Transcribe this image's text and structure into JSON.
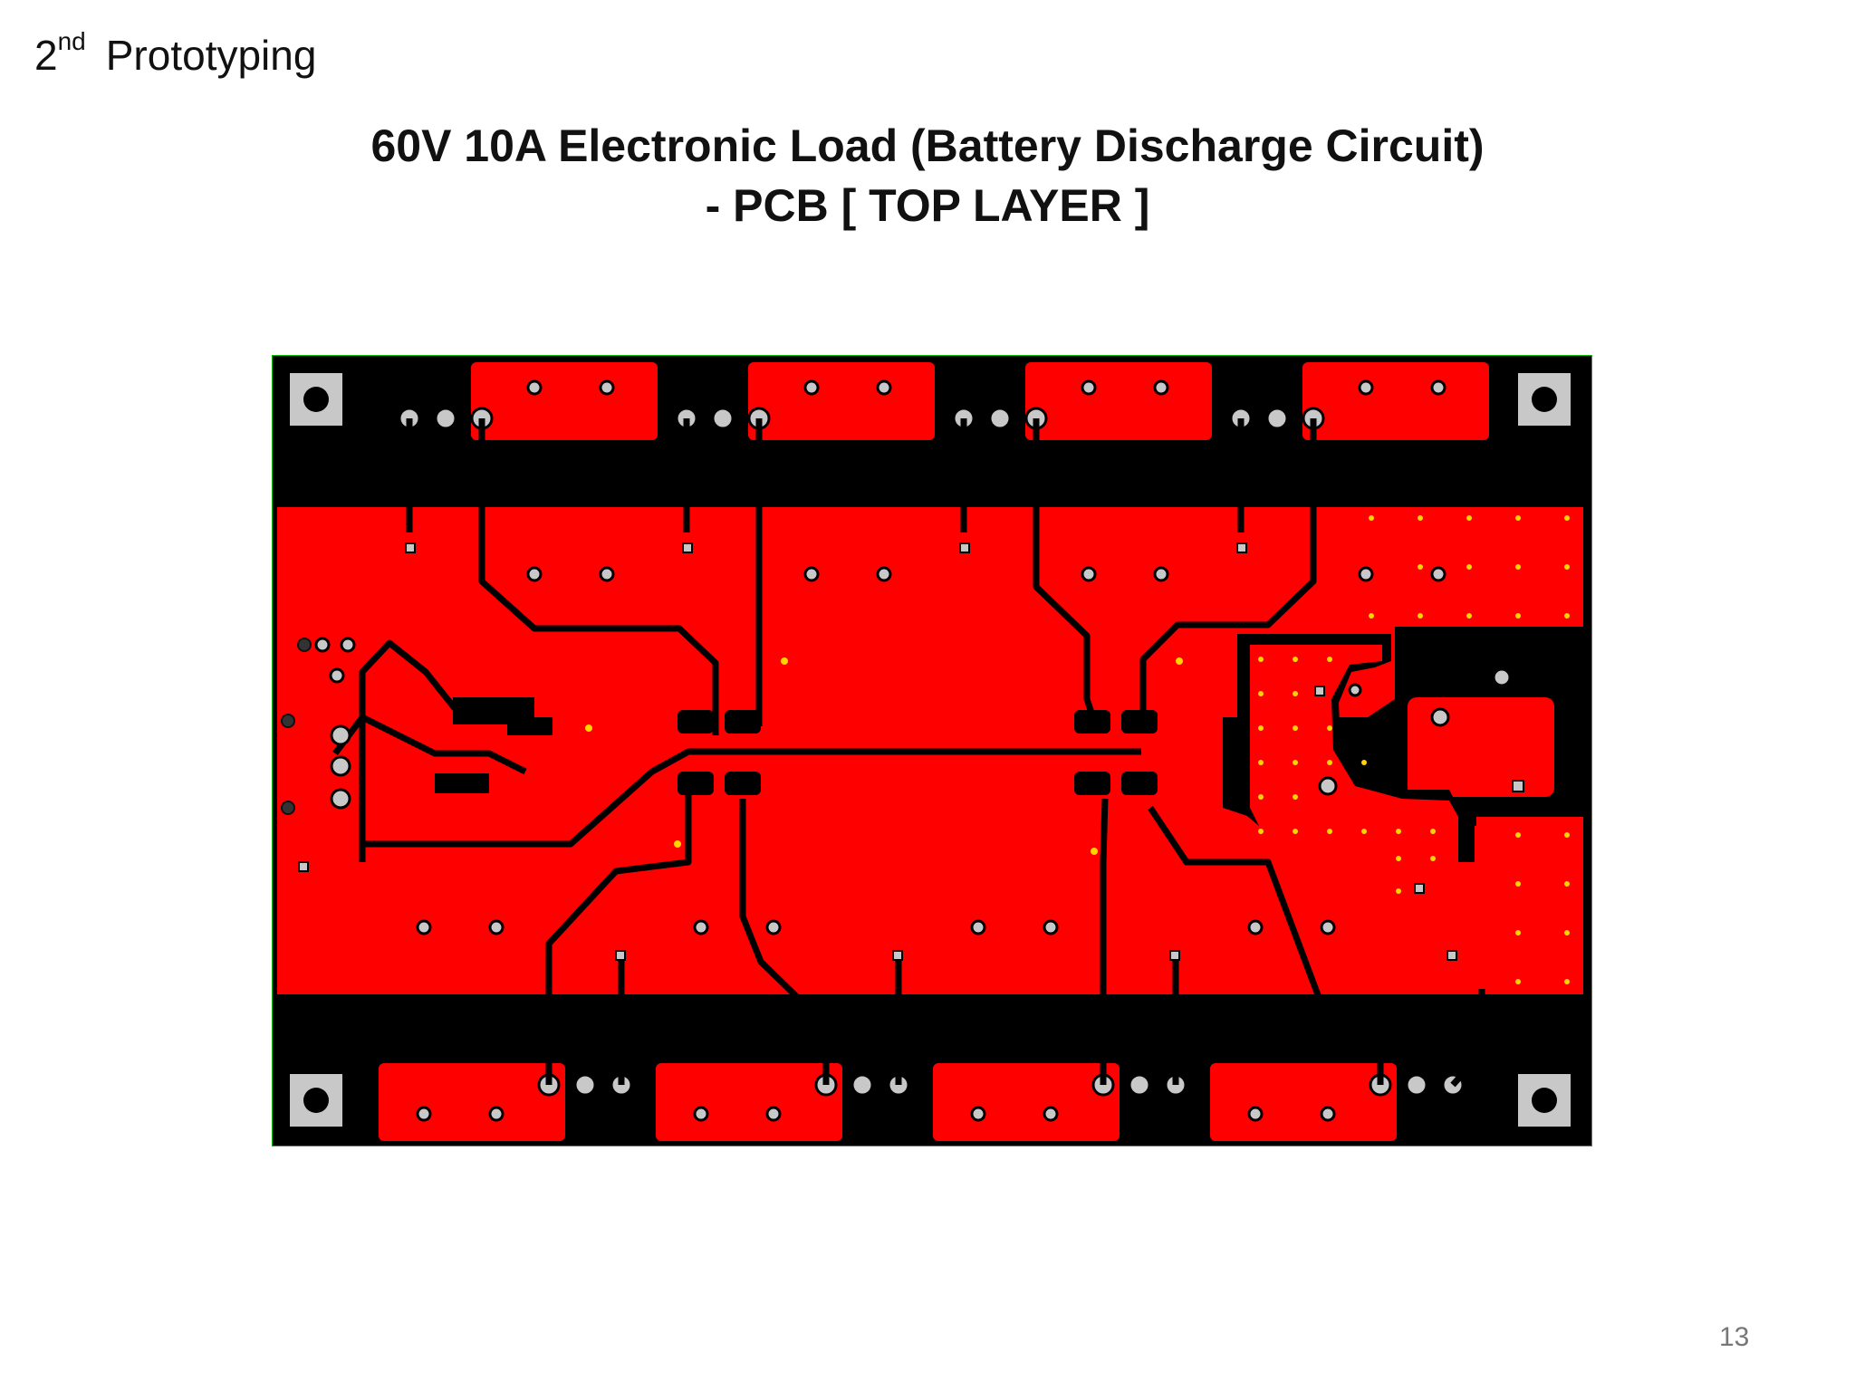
{
  "header": {
    "section_number": "2",
    "section_suffix": "nd",
    "section_text": "Prototyping"
  },
  "title": {
    "line1": "60V 10A Electronic Load (Battery Discharge Circuit)",
    "line2": "- PCB [ TOP LAYER ]"
  },
  "footer": {
    "page_number": "13"
  },
  "colors": {
    "board": "#000000",
    "copper": "#ff0000",
    "outline": "#00c000",
    "mounting_hole_pad": "#c8c8c8",
    "via": "#ffd400"
  }
}
